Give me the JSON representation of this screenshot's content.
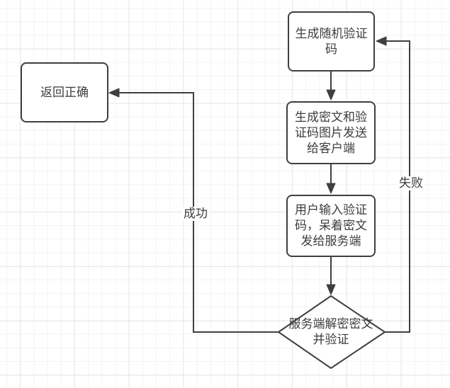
{
  "diagram": {
    "nodes": {
      "generate_code": {
        "label": "生成随机验证\n码"
      },
      "send_to_client": {
        "label": "生成密文和验\n证码图片发送\n给客户端"
      },
      "user_input": {
        "label": "用户输入验证\n码，呆着密文\n发给服务端"
      },
      "decision": {
        "label": "服务端解密密文\n并验证"
      },
      "return_correct": {
        "label": "返回正确"
      }
    },
    "edge_labels": {
      "success": "成功",
      "failure": "失败"
    },
    "colors": {
      "stroke": "#3f3f3f",
      "text": "#3d3d3d",
      "node_fill": "#ffffff",
      "grid_minor": "#f3f3f3",
      "grid_major": "#e7e7e7",
      "background": "#ffffff"
    }
  }
}
